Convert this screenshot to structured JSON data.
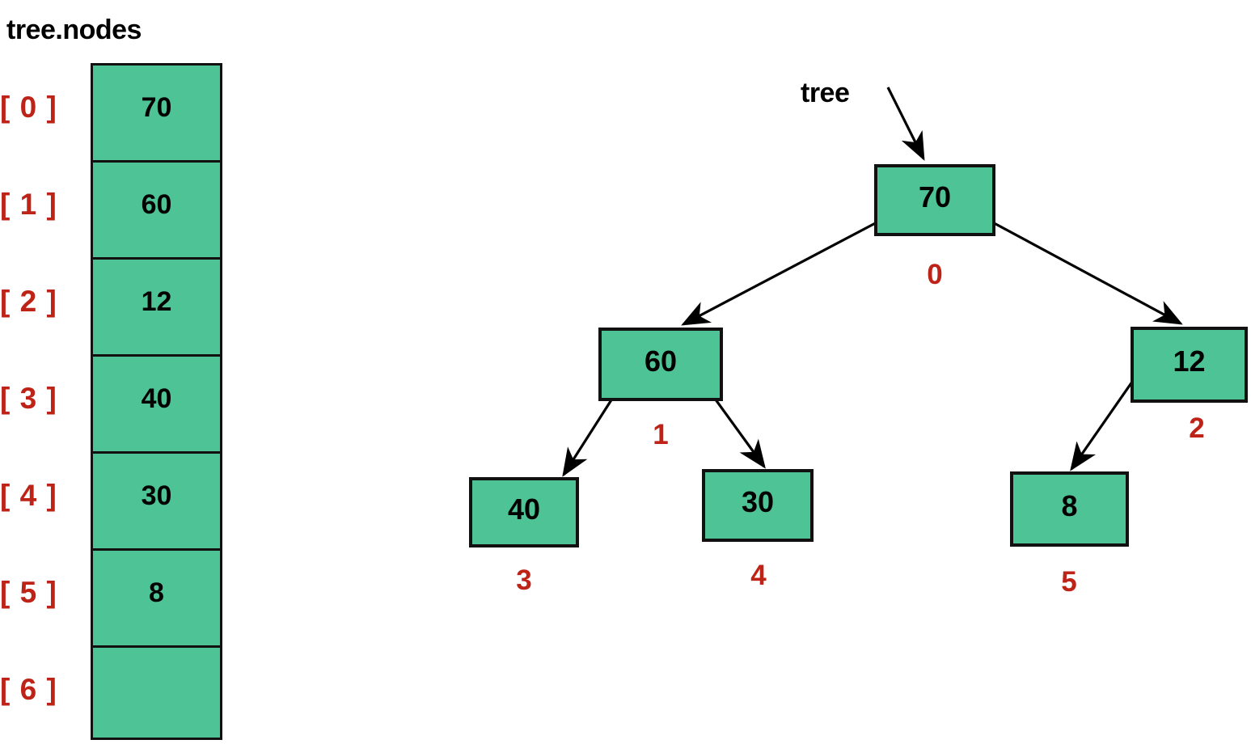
{
  "array": {
    "title": "tree.nodes",
    "cells": [
      {
        "index_label": "[ 0 ]",
        "value": "70"
      },
      {
        "index_label": "[ 1 ]",
        "value": "60"
      },
      {
        "index_label": "[ 2 ]",
        "value": "12"
      },
      {
        "index_label": "[ 3 ]",
        "value": "40"
      },
      {
        "index_label": "[ 4 ]",
        "value": "30"
      },
      {
        "index_label": "[ 5 ]",
        "value": "8"
      },
      {
        "index_label": "[ 6 ]",
        "value": ""
      }
    ]
  },
  "tree": {
    "pointer_label": "tree",
    "nodes": [
      {
        "value": "70",
        "index_label": "0"
      },
      {
        "value": "60",
        "index_label": "1"
      },
      {
        "value": "12",
        "index_label": "2"
      },
      {
        "value": "40",
        "index_label": "3"
      },
      {
        "value": "30",
        "index_label": "4"
      },
      {
        "value": "8",
        "index_label": "5"
      }
    ]
  },
  "colors": {
    "node_fill": "#4EC496",
    "node_border": "#111111",
    "index_text": "#BE2318",
    "value_text": "#000000",
    "background": "#ffffff"
  }
}
